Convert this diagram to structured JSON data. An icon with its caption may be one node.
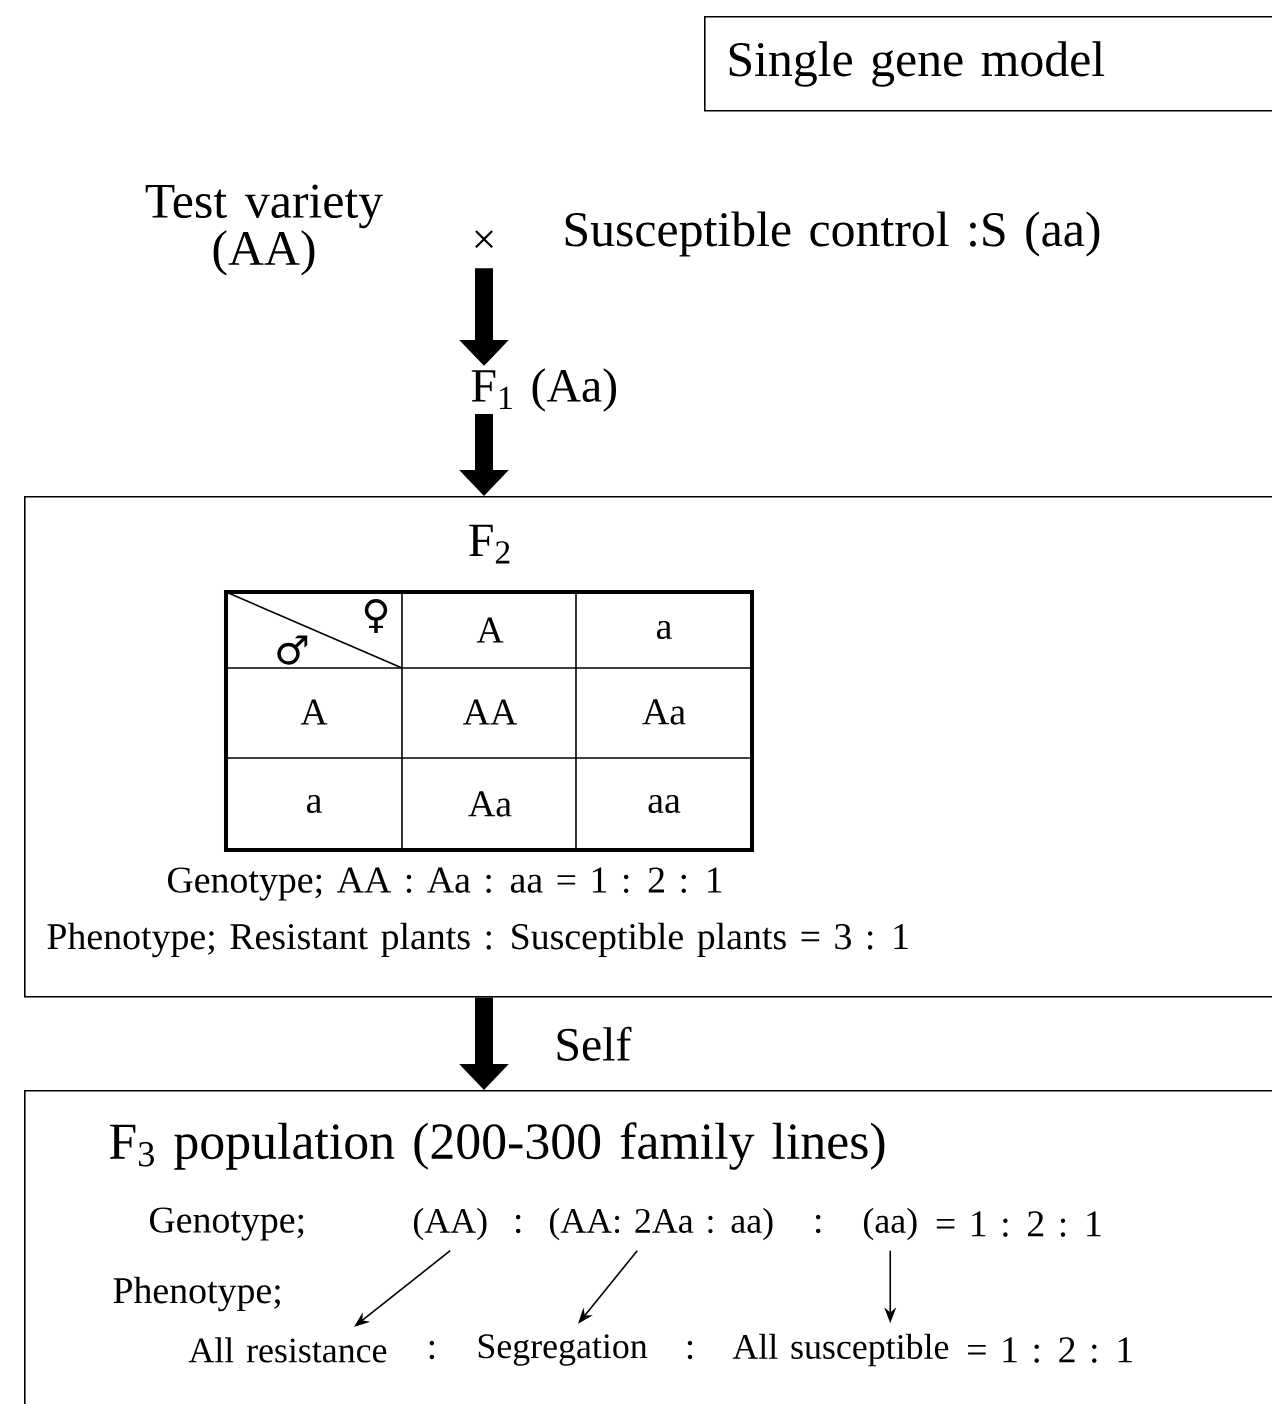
{
  "diagram": {
    "nodes": [
      {
        "text": [
          "Single gene model"
        ]
      },
      {
        "text": [
          "Test variety (AA)"
        ]
      },
      {
        "text": [
          "×"
        ]
      },
      {
        "text": [
          "Susceptible control :S (aa)"
        ]
      },
      {
        "text": [
          "F$_{1}$ (Aa)"
        ]
      },
      {
        "text": [
          "F$_{2}$",
          "Genotype; AA : Aa : aa = 1 : 2 : 1",
          "Phenotype; Resistant plants : Susceptible plants = 3 : 1"
        ]
      },
      {
        "text": [
          "F$_{3}$ population (200-300 family lines)",
          "Genotype;",
          "Phenotype;"
        ]
      },
      {
        "text": [
          "(AA)"
        ],
        "in": 6
      },
      {
        "text": [
          "(AA: 2Aa : aa)"
        ],
        "in": 6
      },
      {
        "text": [
          "(aa)"
        ],
        "in": 6
      },
      {
        "text": [
          "All resistance"
        ],
        "in": 6
      },
      {
        "text": [
          "Segregation"
        ],
        "in": 6
      },
      {
        "text": [
          "All susceptible"
        ],
        "in": 6
      }
    ],
    "edges": [
      {
        "from": 2,
        "to": 4,
        "arrow": "to",
        "style": "thick"
      },
      {
        "from": 4,
        "to": 5,
        "arrow": "to",
        "style": "thick"
      },
      {
        "from": 5,
        "to": 6,
        "arrow": "to",
        "style": "thick",
        "label": "Self"
      },
      {
        "from": 7,
        "to": 10,
        "arrow": "to"
      },
      {
        "from": 8,
        "to": 11,
        "arrow": "to"
      },
      {
        "from": 9,
        "to": 12,
        "arrow": "to"
      }
    ],
    "labels": [
      "♀",
      "♂",
      "A",
      "a",
      "A",
      "AA",
      "Aa",
      "a",
      "Aa",
      "aa",
      ":",
      ":",
      "= 1 : 2 : 1",
      ":",
      ":",
      "= 1 : 2 : 1"
    ]
  }
}
